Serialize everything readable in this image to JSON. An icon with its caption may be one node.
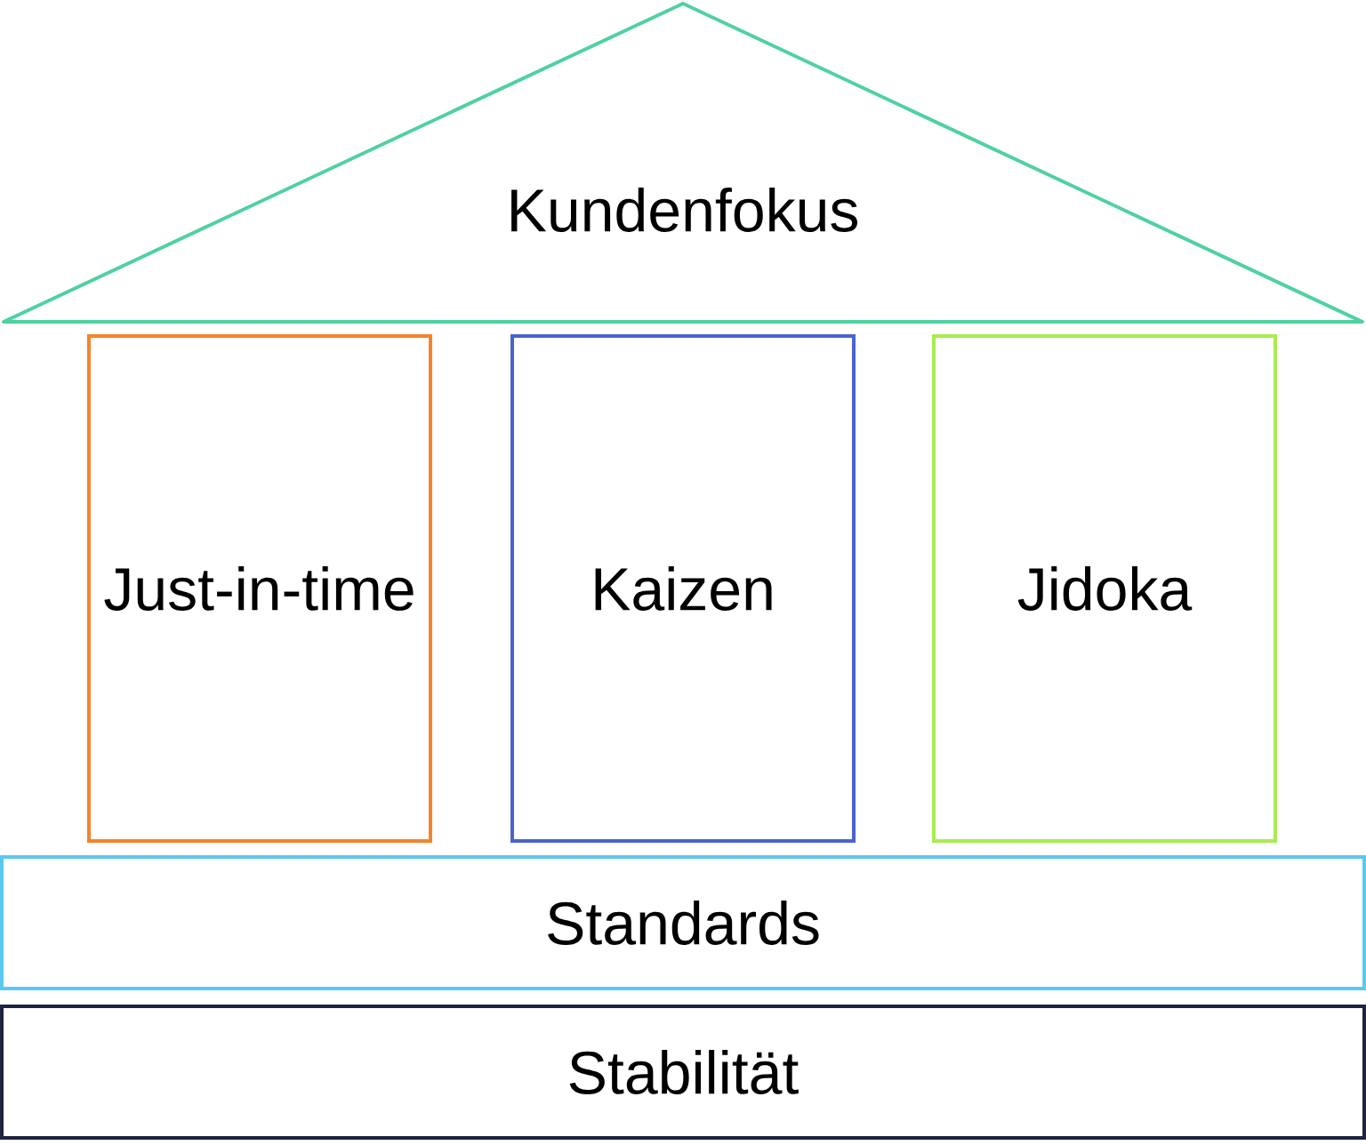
{
  "diagram": {
    "nodes": [
      {
        "text": [
          "Kundenfokus"
        ]
      },
      {
        "text": [
          "Just-in-time"
        ]
      },
      {
        "text": [
          "Kaizen"
        ]
      },
      {
        "text": [
          "Jidoka"
        ]
      },
      {
        "text": [
          "Standards"
        ]
      },
      {
        "text": [
          "Stabilität"
        ]
      }
    ]
  }
}
